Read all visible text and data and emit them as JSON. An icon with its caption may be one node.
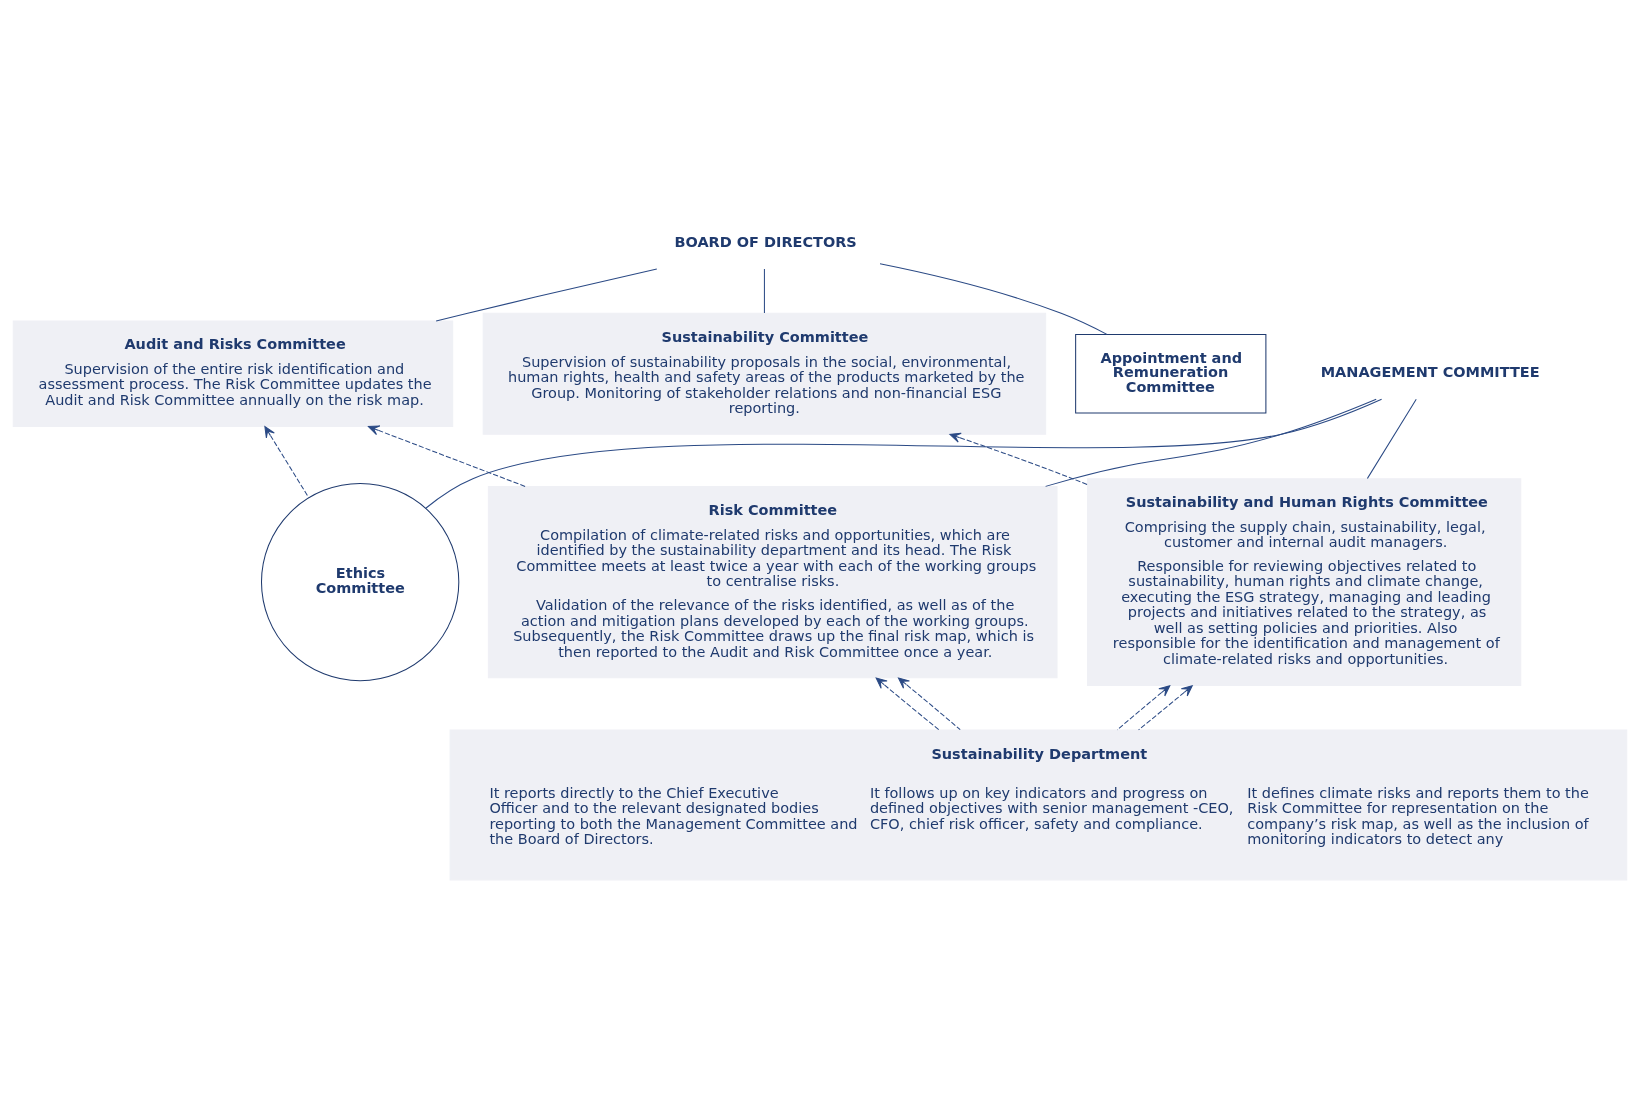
{
  "diagram": {
    "nodes": [
      {
        "text": [
          "BOARD OF DIRECTORS"
        ]
      },
      {
        "text": [
          "Audit and Risks Committee",
          "Supervision of the entire risk identification and assessment process. The Risk Committee updates the Audit and Risk Committee annually on the risk map."
        ]
      },
      {
        "text": [
          "Sustainability Committee",
          "Supervision of sustainability proposals in the social, environmental, human rights, health and safety areas of the products marketed by the Group. Monitoring of stakeholder relations and non-financial ESG reporting."
        ]
      },
      {
        "text": [
          "Appointment and Remuneration Committee"
        ]
      },
      {
        "text": [
          "MANAGEMENT COMMITTEE"
        ]
      },
      {
        "text": [
          "Ethics Committee"
        ]
      },
      {
        "text": [
          "Risk Committee",
          "Compilation of climate-related risks and opportunities, which are identified by the sustainability department and its head. The Risk Committee meets at least twice a year with each of the working groups to centralise risks.",
          "Validation of the relevance of the risks identified, as well as of the action and mitigation plans developed by each of the working groups. Subsequently, the Risk Committee draws up the final risk map, which is then reported to the Audit and Risk Committee once a year."
        ]
      },
      {
        "text": [
          "Sustainability and Human Rights Committee",
          "Comprising the supply chain, sustainability, legal, customer and internal audit managers.",
          "Responsible for reviewing objectives related to sustainability, human rights and climate change, executing the ESG strategy, managing and leading projects and initiatives related to the strategy, as well as setting policies and priorities. Also responsible for the identification and management of climate-related risks and opportunities."
        ]
      },
      {
        "text": [
          "Sustainability Department",
          "It reports directly to the Chief Executive Officer and to the relevant designated bodies reporting to both the Management Committee and the Board of Directors.",
          "It follows up on key indicators and progress on defined objectives with senior management -CEO, CFO, chief risk officer, safety and compliance.",
          "It defines climate risks and reports them to the Risk Committee for representation on the company’s risk map, as well as the inclusion of monitoring indicators to detect any"
        ]
      }
    ],
    "edges": [
      {
        "from": 0,
        "to": 1,
        "arrow": "none"
      },
      {
        "from": 0,
        "to": 2,
        "arrow": "none"
      },
      {
        "from": 0,
        "to": 3,
        "arrow": "none"
      },
      {
        "from": 4,
        "to": 5,
        "arrow": "none"
      },
      {
        "from": 4,
        "to": 6,
        "arrow": "none"
      },
      {
        "from": 4,
        "to": 7,
        "arrow": "none"
      },
      {
        "from": 5,
        "to": 1,
        "arrow": "to",
        "style": "dashed"
      },
      {
        "from": 6,
        "to": 1,
        "arrow": "to",
        "style": "dashed"
      },
      {
        "from": 7,
        "to": 2,
        "arrow": "to",
        "style": "dashed"
      },
      {
        "from": 8,
        "to": 6,
        "arrow": "to",
        "style": "dashed"
      },
      {
        "from": 8,
        "to": 6,
        "arrow": "to",
        "style": "dashed"
      },
      {
        "from": 8,
        "to": 7,
        "arrow": "to",
        "style": "dashed"
      },
      {
        "from": 8,
        "to": 7,
        "arrow": "to",
        "style": "dashed"
      }
    ]
  }
}
